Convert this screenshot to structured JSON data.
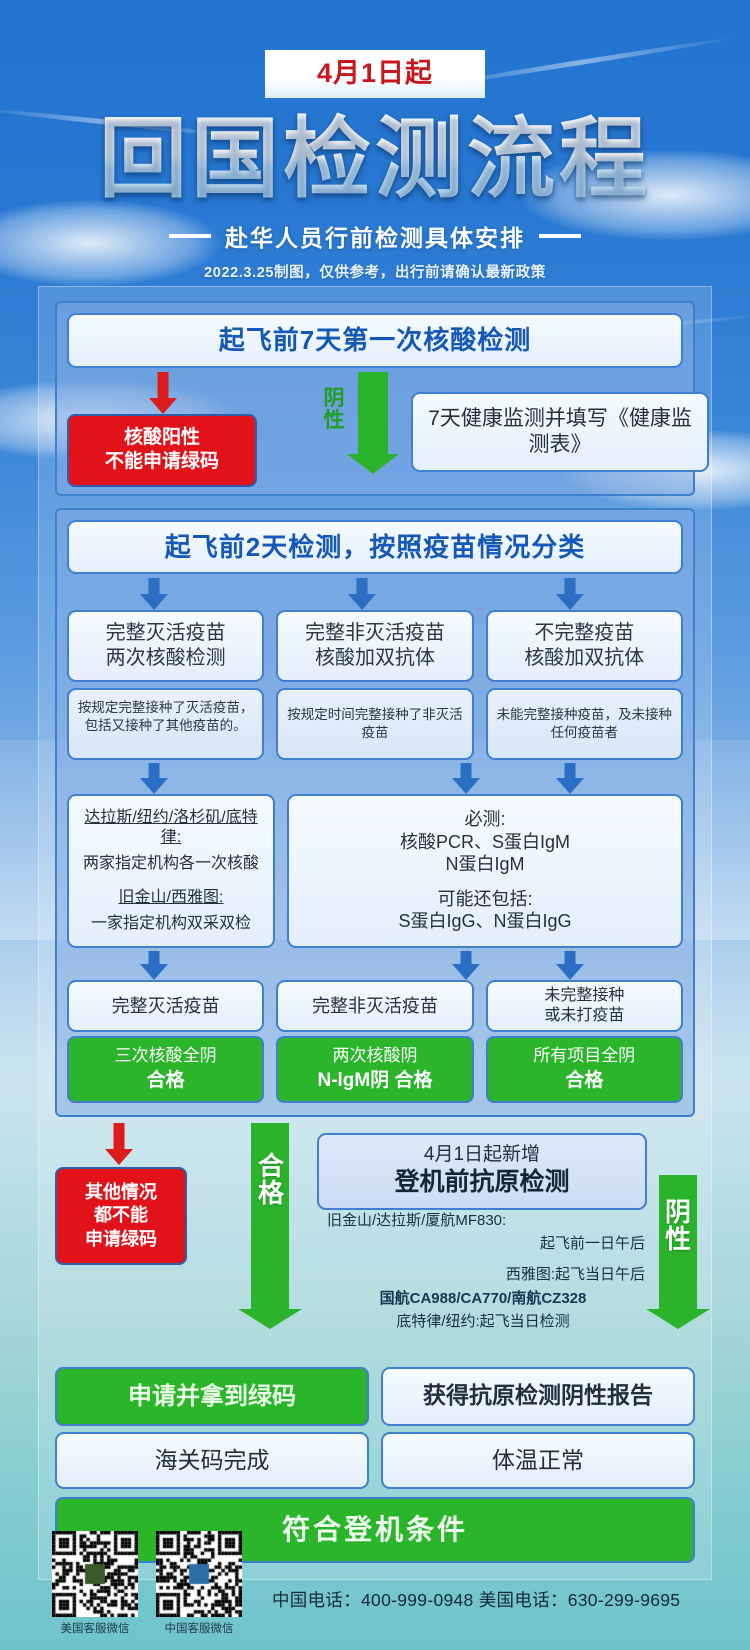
{
  "header": {
    "date_badge": "4月1日起",
    "title": "回国检测流程",
    "subtitle": "赴华人员行前检测具体安排",
    "meta": "2022.3.25制图，仅供参考，出行前请确认最新政策"
  },
  "flow": {
    "stage1": {
      "title": "起飞前7天第一次核酸检测",
      "positive_box": "核酸阳性\n不能申请绿码",
      "negative_label": "阴性",
      "monitor_box": "7天健康监测并填写《健康监测表》"
    },
    "stage2": {
      "title": "起飞前2天检测，按照疫苗情况分类",
      "columns": [
        {
          "head": "完整灭活疫苗\n两次核酸检测",
          "note": "按规定完整接种了灭活疫苗，包括又接种了其他疫苗的。"
        },
        {
          "head": "完整非灭活疫苗\n核酸加双抗体",
          "note": "按规定时间完整接种了非灭活疫苗"
        },
        {
          "head": "不完整疫苗\n核酸加双抗体",
          "note": "未能完整接种疫苗，及未接种任何疫苗者"
        }
      ],
      "detail_left": {
        "city_line1": "达拉斯/纽约/洛杉矶/底特律:",
        "rule1": "两家指定机构各一次核酸",
        "city_line2": "旧金山/西雅图:",
        "rule2": "一家指定机构双采双检"
      },
      "detail_right": {
        "required_label": "必测:",
        "required_line1": "核酸PCR、S蛋白IgM",
        "required_line2": "N蛋白IgM",
        "maybe_label": "可能还包括:",
        "maybe_line": "S蛋白IgG、N蛋白IgG"
      },
      "results": [
        {
          "head": "完整灭活疫苗",
          "result": "三次核酸全阴",
          "pass": "合格"
        },
        {
          "head": "完整非灭活疫苗",
          "result": "两次核酸阴",
          "pass": "N-lgM阴 合格"
        },
        {
          "head": "未完整接种\n或未打疫苗",
          "result": "所有项目全阴",
          "pass": "合格"
        }
      ]
    },
    "stage3": {
      "other_box": "其他情况\n都不能\n申请绿码",
      "pass_label": "合格",
      "antigen_title_small": "4月1日起新增",
      "antigen_title_big": "登机前抗原检测",
      "antigen_lines": [
        "旧金山/达拉斯/厦航MF830:",
        "起飞前一日午后",
        "西雅图:起飞当日午后",
        "国航CA988/CA770/南航CZ328",
        "底特律/纽约:起飞当日检测"
      ],
      "negative_label": "阴性",
      "outcome_left_green": "申请并拿到绿码",
      "outcome_left_plain": "海关码完成",
      "outcome_right_plain1": "获得抗原检测阴性报告",
      "outcome_right_plain2": "体温正常",
      "final": "符合登机条件"
    }
  },
  "footer": {
    "qr": [
      {
        "label": "美国客服微信"
      },
      {
        "label": "中国客服微信"
      }
    ],
    "contact": "中国电话：400-999-0948  美国电话：630-299-9695"
  },
  "colors": {
    "sky": "#2274cf",
    "red": "#e2121a",
    "green": "#2ab52a",
    "blue_arrow": "#2a6fc4",
    "title_blue": "#1558b8"
  }
}
